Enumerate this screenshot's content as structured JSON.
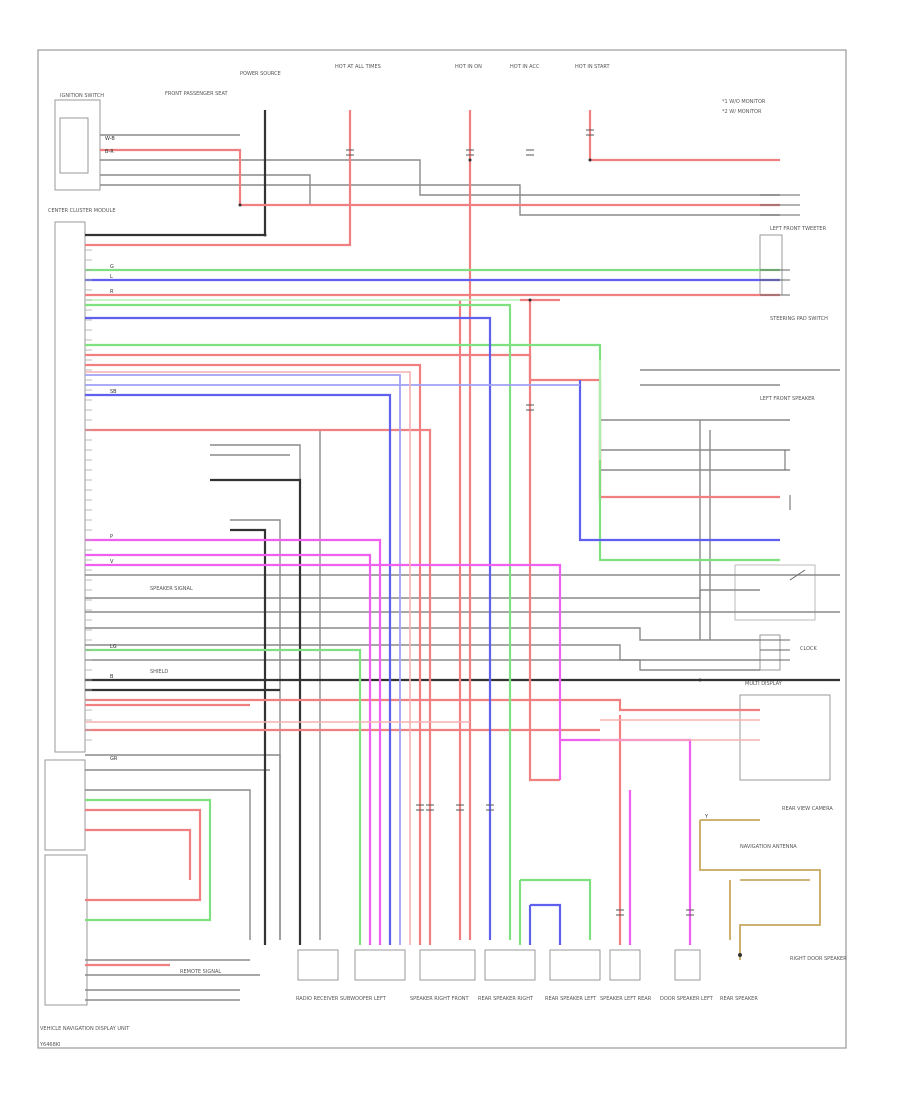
{
  "diagram": {
    "footer_code": "Y6468KI",
    "connectors_top": [
      "IGNITION SWITCH",
      "FRONT PASSENGER SEAT",
      "POWER SOURCE",
      "HOT AT ALL TIMES",
      "HOT IN ON",
      "HOT IN ACC",
      "HOT IN START"
    ],
    "legend": [
      "*1 W/O MONITOR",
      "*2 W/ MONITOR"
    ],
    "left_module": "CENTER CLUSTER MODULE",
    "left_bottom_module": "VEHICLE NAVIGATION DISPLAY UNIT",
    "bottom_components": [
      "RADIO RECEIVER",
      "SUBWOOFER LEFT",
      "SPEAKER RIGHT FRONT",
      "REAR SPEAKER RIGHT",
      "REAR SPEAKER LEFT",
      "SPEAKER LEFT REAR",
      "DOOR SPEAKER LEFT",
      "REAR SPEAKER"
    ],
    "right_components": [
      "LEFT FRONT TWEETER",
      "STEERING PAD SWITCH",
      "LEFT FRONT SPEAKER",
      "CLOCK",
      "MULTI DISPLAY",
      "REAR VIEW CAMERA",
      "NAVIGATION ANTENNA",
      "RIGHT DOOR SPEAKER"
    ],
    "wire_labels": [
      "W-B",
      "B-R",
      "G",
      "L",
      "R",
      "P",
      "V",
      "B",
      "LG",
      "SB",
      "Y",
      "GR"
    ],
    "mid_notes": [
      "SPEAKER SIGNAL",
      "SHIELD",
      "REMOTE SIGNAL"
    ]
  }
}
